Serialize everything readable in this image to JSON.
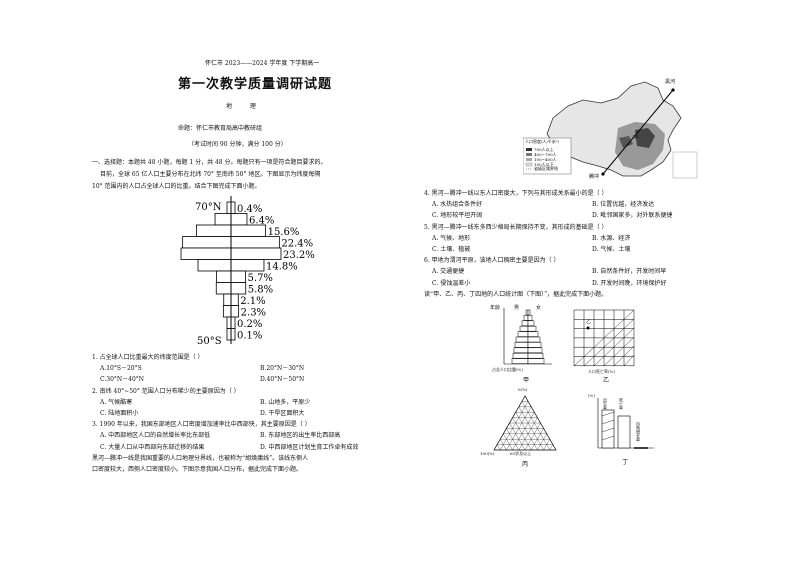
{
  "header": {
    "line1": "怀仁市 2023——2024 学年度 下学期高一",
    "title": "第一次教学质量调研试题",
    "subject": "地 理",
    "author": "命题：怀仁市教育局高中教研组",
    "time": "（考试时间 90 分钟，满分 100 分）"
  },
  "section1": {
    "heading": "一、选择题：本题共 48 小题，每题 1 分，共 48 分。每题只有一项是符合题目要求的。",
    "intro1": "目前，全球 65 亿人口主要分布在北纬 70° 至南纬 50° 地区。下图显示为纬度每隔",
    "intro2": "10° 范围内的人口占全球人口的比重。结合下图完成下面小题。"
  },
  "chart_data": {
    "type": "bar",
    "orientation": "horizontal",
    "top_label": "70°N",
    "bottom_label": "50°S",
    "values": [
      0.4,
      6.4,
      15.6,
      22.4,
      23.2,
      14.8,
      5.7,
      5.8,
      2.1,
      2.3,
      0.2,
      0.1
    ],
    "value_labels": [
      "0.4%",
      "6.4%",
      "15.6%",
      "22.4%",
      "23.2%",
      "14.8%",
      "5.7%",
      "5.8%",
      "2.1%",
      "2.3%",
      "0.2%",
      "0.1%"
    ]
  },
  "questions_left": [
    {
      "text": "1. 占全球人口比重最大的纬度范围是（ ）"
    },
    {
      "text": "A.10°S－20°S",
      "b": "B.20°N－30°N"
    },
    {
      "text": "C.30°N－40°N",
      "b": "D.40°N－50°N"
    },
    {
      "text": "2. 南纬 40°~50° 范围人口分布稀少的主要原因为（ ）"
    },
    {
      "text": "A. 气候酷寒",
      "b": "B. 山地多，平原少"
    },
    {
      "text": "C. 陆地面积小",
      "b": "D. 干旱区面积大"
    },
    {
      "text": "3. 1990 年以来，我国东部地区人口密度增加速率比中西部快，其主要原因是（ ）"
    },
    {
      "text": "A. 中西部地区人口的自然增长率比东部低",
      "b": "B. 东部地区的出生率比西部高"
    },
    {
      "text": "C. 大量人口从中西部向东部迁移的结果",
      "b": "D. 中西部地区计划生育工作卓有成效"
    },
    {
      "text": "黑河—腾冲一线是我国重要的人口地理分界线，也被称为“胡焕庸线”。该线东侧人"
    },
    {
      "text": "口密度较大，西侧人口密度较小。下图示意我国人口分布，据此完成下面小题。"
    }
  ],
  "map": {
    "label1": "黑河",
    "label2": "腾冲",
    "label3": "甲",
    "legend_title": "人口密度(人/千米²)",
    "legend": [
      "700人以上",
      "400~700人",
      "100~400人",
      "100人以下",
      "省级区域界线"
    ]
  },
  "questions_right": [
    {
      "text": "4. 黑河—腾冲一线以东人口密度大，下列与其形成关系最小的是（ ）"
    },
    {
      "text": "A. 水热组合条件好",
      "b": "B. 位置优越，经济发达"
    },
    {
      "text": "C. 地形较平坦开阔",
      "b": "D. 毗邻国家多，对外联系便捷"
    },
    {
      "text": "5. 黑河—腾冲一线东多西少格局长期保持不变，其形成的基础是（ ）"
    },
    {
      "text": "A. 气候、地形",
      "b": "B. 水源、经济"
    },
    {
      "text": "C. 土壤、植被",
      "b": "D. 气候、土壤"
    },
    {
      "text": "6. 甲地为渭河平原，该地人口稠密主要是因为（ ）"
    },
    {
      "text": "A. 交通便捷",
      "b": "B. 自然条件好，开发时间早"
    },
    {
      "text": "C. 侵蚀温差小",
      "b": "D. 开发时间晚，环境保护好"
    },
    {
      "text": "读“甲、乙、丙、丁四地的人口统计图（下图）”，据此完成下面小题。"
    }
  ],
  "bottom_charts": {
    "jia": {
      "caption": "甲",
      "ylabel": "年龄",
      "male": "男",
      "female": "女",
      "ticks": [
        "90",
        "80",
        "70",
        "60",
        "50",
        "40",
        "30",
        "20",
        "10",
        "0"
      ],
      "xlabel": "占总人口比重(%)"
    },
    "yi": {
      "caption": "乙",
      "xlabel": "人口死亡率(%)",
      "ylabel": "人口出生率(%)",
      "mark": "乙",
      "ticks_x": [
        "0",
        "5",
        "10",
        "15",
        "20",
        "25"
      ],
      "ticks_y": [
        "40",
        "35",
        "30",
        "25",
        "20",
        "15"
      ]
    },
    "bing": {
      "caption": "丙",
      "top": "0(%)",
      "left_ticks": [
        "100(%)"
      ],
      "bottom": "65岁及以上",
      "left_axis": "0—14岁",
      "right_axis": "15—64岁"
    },
    "ding": {
      "caption": "丁",
      "ylabel": "(%)",
      "bar1": "出生率",
      "bar2": "死亡率",
      "bar3": "自然增长率"
    }
  }
}
